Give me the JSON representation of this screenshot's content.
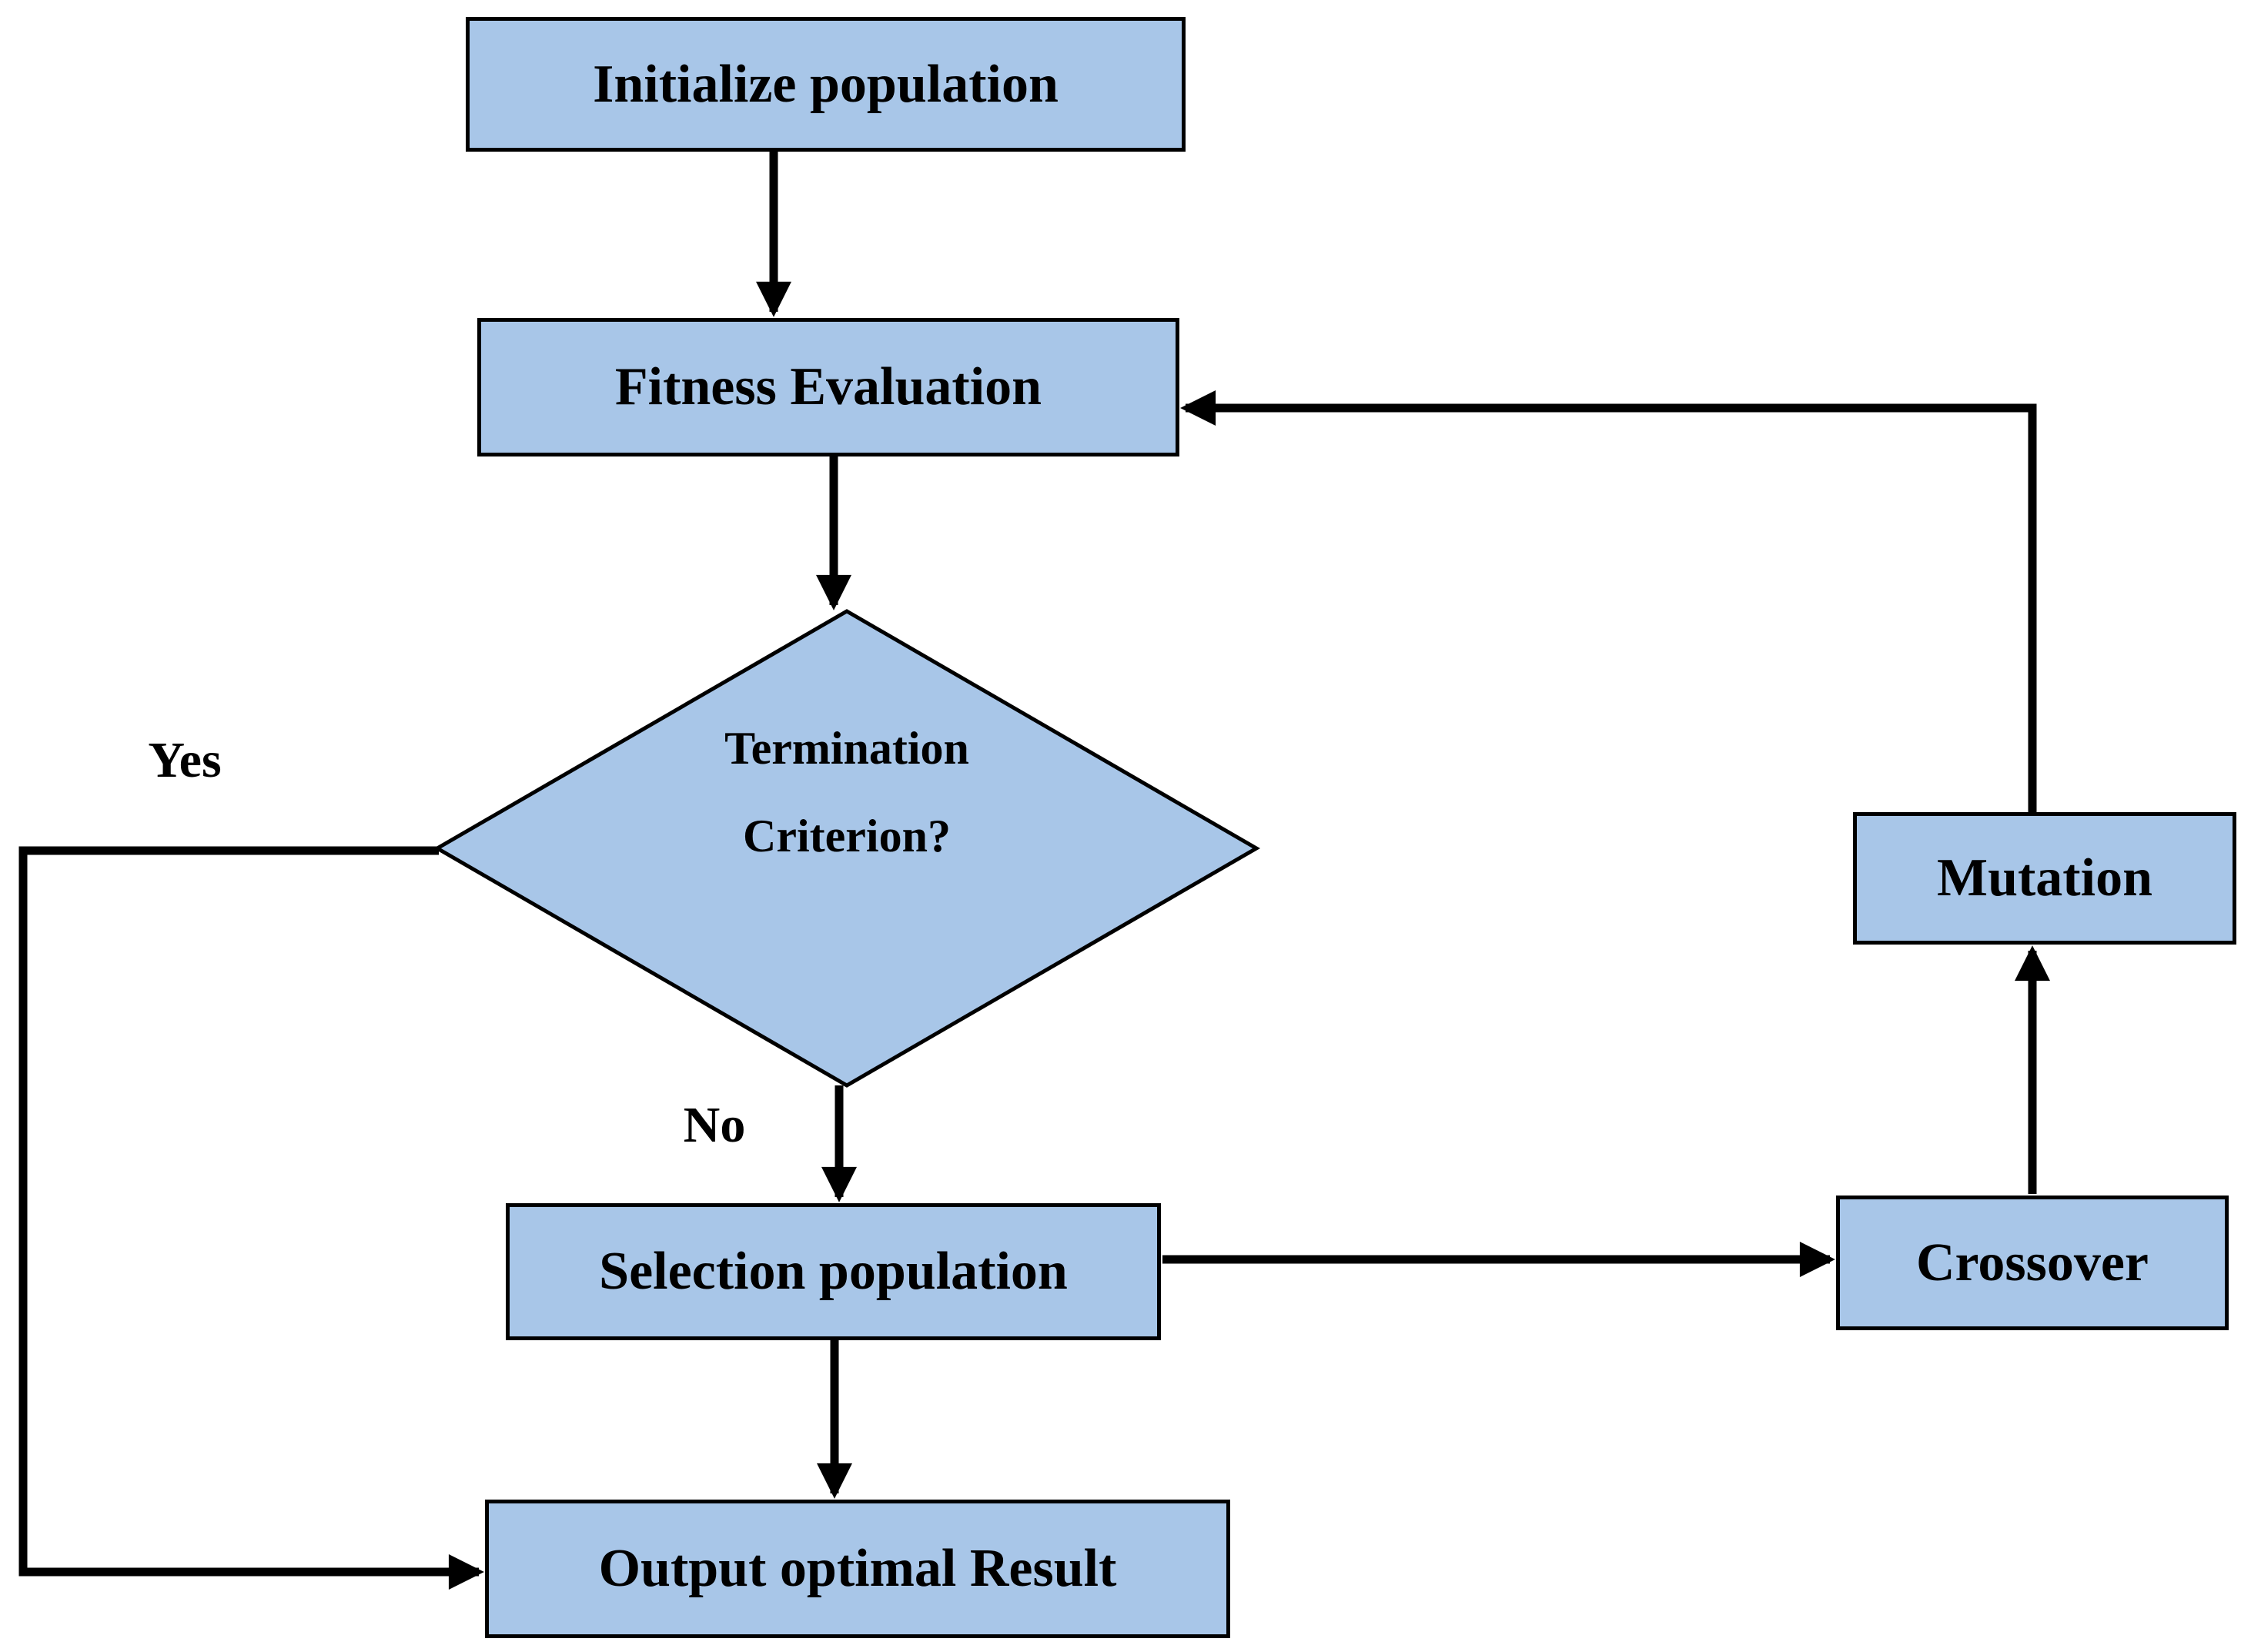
{
  "palette": {
    "background": "#ffffff",
    "node_fill": "#a8c6e8",
    "node_border": "#000000",
    "connector": "#000000",
    "text_color": "#000000"
  },
  "nodes": {
    "initialize": {
      "label": "Initialize population",
      "shape": "rectangle"
    },
    "fitness": {
      "label": "Fitness Evaluation",
      "shape": "rectangle"
    },
    "termination": {
      "line1": "Termination",
      "line2": "Criterion?",
      "shape": "diamond"
    },
    "selection": {
      "label": "Selection population",
      "shape": "rectangle"
    },
    "crossover": {
      "label": "Crossover",
      "shape": "rectangle"
    },
    "mutation": {
      "label": "Mutation",
      "shape": "rectangle"
    },
    "output": {
      "label": "Output optimal Result",
      "shape": "rectangle"
    }
  },
  "edges": {
    "labels": {
      "yes": "Yes",
      "no": "No"
    },
    "flows": [
      {
        "from": "initialize",
        "to": "fitness",
        "label": ""
      },
      {
        "from": "fitness",
        "to": "termination",
        "label": ""
      },
      {
        "from": "termination",
        "to": "selection",
        "label": "No"
      },
      {
        "from": "termination",
        "to": "output",
        "label": "Yes"
      },
      {
        "from": "selection",
        "to": "crossover",
        "label": ""
      },
      {
        "from": "crossover",
        "to": "mutation",
        "label": ""
      },
      {
        "from": "mutation",
        "to": "fitness",
        "label": ""
      },
      {
        "from": "selection",
        "to": "output",
        "label": ""
      }
    ]
  }
}
